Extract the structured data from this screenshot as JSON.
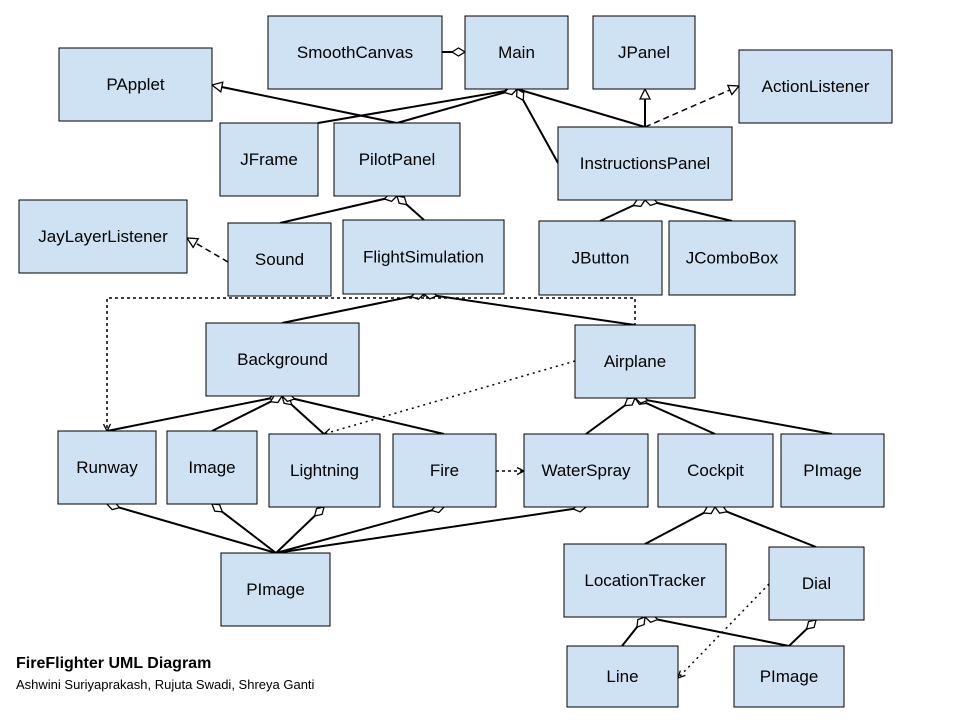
{
  "diagram": {
    "title": "FireFlighter UML Diagram",
    "authors": "Ashwini Suriyaprakash, Rujuta Swadi, Shreya Ganti",
    "colors": {
      "box_fill": "#cfe2f3",
      "stroke": "#000000"
    },
    "classes": {
      "smoothcanvas": "SmoothCanvas",
      "main": "Main",
      "jpanel": "JPanel",
      "papplet": "PApplet",
      "actionlistener": "ActionListener",
      "jframe": "JFrame",
      "pilotpanel": "PilotPanel",
      "instructionspanel": "InstructionsPanel",
      "jaylayerlistener": "JayLayerListener",
      "sound": "Sound",
      "flightsimulation": "FlightSimulation",
      "jbutton": "JButton",
      "jcombobox": "JComboBox",
      "background": "Background",
      "airplane": "Airplane",
      "runway": "Runway",
      "image": "Image",
      "lightning": "Lightning",
      "fire": "Fire",
      "waterspray": "WaterSpray",
      "cockpit": "Cockpit",
      "pimage_airplane": "PImage",
      "pimage_background": "PImage",
      "locationtracker": "LocationTracker",
      "dial": "Dial",
      "line": "Line",
      "pimage_cockpit": "PImage"
    },
    "relationships": [
      {
        "from": "smoothcanvas",
        "to": "main",
        "type": "aggregation"
      },
      {
        "from": "jframe",
        "to": "main",
        "type": "aggregation"
      },
      {
        "from": "pilotpanel",
        "to": "main",
        "type": "aggregation"
      },
      {
        "from": "instructionspanel",
        "to": "main",
        "type": "aggregation"
      },
      {
        "from": "main",
        "to": "papplet",
        "type": "inheritance"
      },
      {
        "from": "pilotpanel",
        "to": "papplet",
        "type": "inheritance"
      },
      {
        "from": "instructionspanel",
        "to": "jpanel",
        "type": "inheritance"
      },
      {
        "from": "instructionspanel",
        "to": "actionlistener",
        "type": "realization"
      },
      {
        "from": "sound",
        "to": "pilotpanel",
        "type": "aggregation"
      },
      {
        "from": "flightsimulation",
        "to": "pilotpanel",
        "type": "aggregation"
      },
      {
        "from": "sound",
        "to": "jaylayerlistener",
        "type": "realization"
      },
      {
        "from": "jbutton",
        "to": "instructionspanel",
        "type": "aggregation"
      },
      {
        "from": "jcombobox",
        "to": "instructionspanel",
        "type": "aggregation"
      },
      {
        "from": "background",
        "to": "flightsimulation",
        "type": "aggregation"
      },
      {
        "from": "airplane",
        "to": "flightsimulation",
        "type": "aggregation"
      },
      {
        "from": "flightsimulation",
        "to": "runway",
        "type": "dependency"
      },
      {
        "from": "runway",
        "to": "background",
        "type": "aggregation"
      },
      {
        "from": "image",
        "to": "background",
        "type": "aggregation"
      },
      {
        "from": "lightning",
        "to": "background",
        "type": "aggregation"
      },
      {
        "from": "fire",
        "to": "background",
        "type": "aggregation"
      },
      {
        "from": "airplane",
        "to": "lightning",
        "type": "dotted-association"
      },
      {
        "from": "fire",
        "to": "waterspray",
        "type": "dependency"
      },
      {
        "from": "waterspray",
        "to": "airplane",
        "type": "aggregation"
      },
      {
        "from": "cockpit",
        "to": "airplane",
        "type": "aggregation"
      },
      {
        "from": "pimage_airplane",
        "to": "airplane",
        "type": "aggregation"
      },
      {
        "from": "pimage_background",
        "to": "runway",
        "type": "aggregation"
      },
      {
        "from": "pimage_background",
        "to": "image",
        "type": "aggregation"
      },
      {
        "from": "pimage_background",
        "to": "lightning",
        "type": "aggregation"
      },
      {
        "from": "pimage_background",
        "to": "fire",
        "type": "aggregation"
      },
      {
        "from": "pimage_background",
        "to": "waterspray",
        "type": "aggregation"
      },
      {
        "from": "locationtracker",
        "to": "cockpit",
        "type": "aggregation"
      },
      {
        "from": "dial",
        "to": "cockpit",
        "type": "aggregation"
      },
      {
        "from": "line",
        "to": "locationtracker",
        "type": "aggregation"
      },
      {
        "from": "pimage_cockpit",
        "to": "locationtracker",
        "type": "aggregation"
      },
      {
        "from": "pimage_cockpit",
        "to": "dial",
        "type": "aggregation"
      },
      {
        "from": "dial",
        "to": "line",
        "type": "dotted-association"
      }
    ]
  }
}
